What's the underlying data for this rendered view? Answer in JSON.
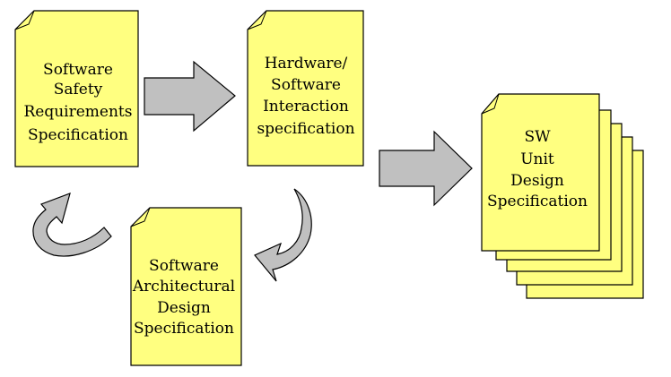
{
  "colors": {
    "document_fill": "#ffff80",
    "outline": "#000000",
    "arrow_fill": "#c0c0c0",
    "background": "#ffffff"
  },
  "documents": {
    "safety_requirements": {
      "lines": [
        "Software",
        "Safety",
        "Requirements",
        "Specification"
      ]
    },
    "hw_sw_interaction": {
      "lines": [
        "Hardware/",
        "Software",
        "Interaction",
        "specification"
      ]
    },
    "architectural_design": {
      "lines": [
        "Software",
        "Architectural",
        "Design",
        "Specification"
      ]
    },
    "unit_design": {
      "lines": [
        "SW",
        "Unit",
        "Design",
        "Specification"
      ],
      "stack_count": 5
    }
  }
}
